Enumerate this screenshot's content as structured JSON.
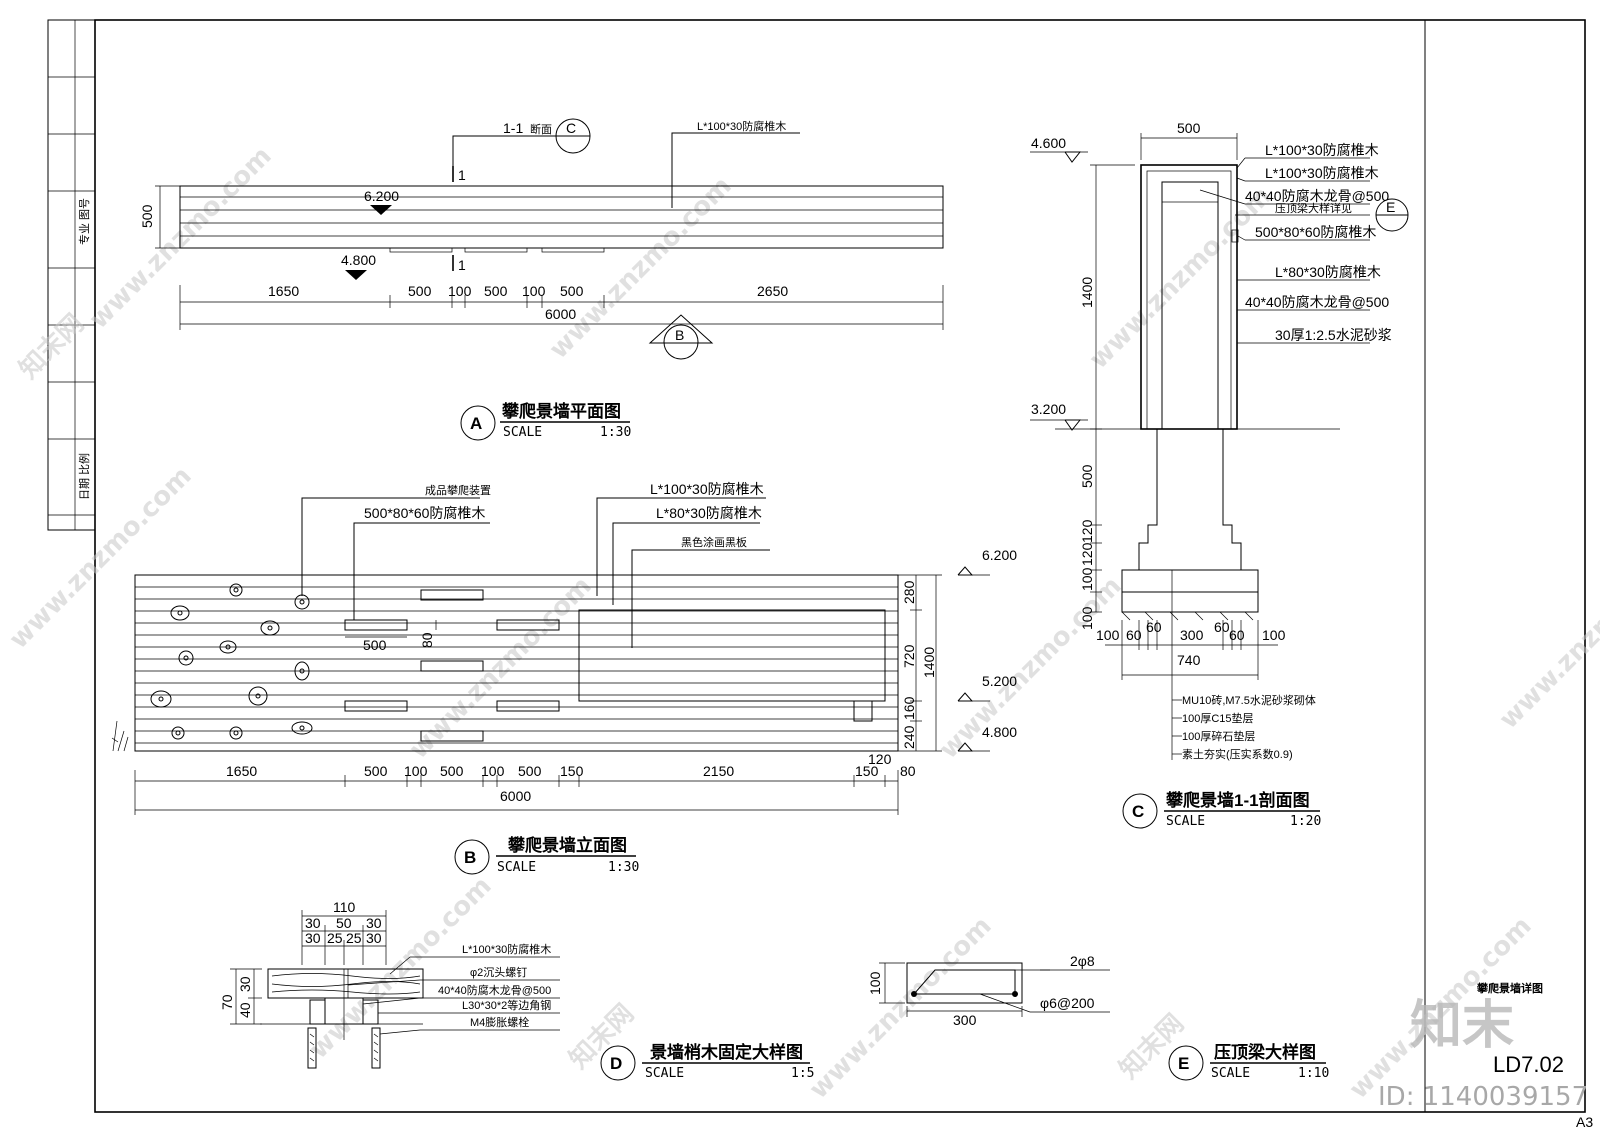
{
  "sheet": {
    "drawing_title": "攀爬景墙详图",
    "drawing_number": "LD7.02",
    "paper_size": "A3",
    "watermark_brand": "知末",
    "watermark_id": "ID: 1140039157",
    "watermark_url": "www.znzmo.com",
    "watermark_cn": "知末网"
  },
  "title_strip": {
    "top_label": "专业 图号",
    "bottom_label": "日期 比例"
  },
  "plan": {
    "title_letter": "A",
    "title": "攀爬景墙平面图",
    "scale_label": "SCALE",
    "scale": "1:30",
    "section_mark": "1-1",
    "section_word": "断面",
    "section_ref": "C",
    "cut_label_top": "1",
    "cut_label_bottom": "1",
    "leader_timber": "L*100*30防腐椎木",
    "level_top": "6.200",
    "level_bottom": "4.800",
    "dim_depth": "500",
    "dims": [
      "1650",
      "500",
      "100",
      "500",
      "100",
      "500",
      "2650"
    ],
    "dim_total": "6000",
    "elev_ref": "B"
  },
  "elevation": {
    "title_letter": "B",
    "title": "攀爬景墙立面图",
    "scale_label": "SCALE",
    "scale": "1:30",
    "leader_holds": "成品攀爬装置",
    "leader_timber_500": "500*80*60防腐椎木",
    "leader_timber_100": "L*100*30防腐椎木",
    "leader_timber_80": "L*80*30防腐椎木",
    "leader_board": "黑色涂画黑板",
    "inner_dim_w": "500",
    "inner_dim_h": "80",
    "levels": [
      "6.200",
      "5.200",
      "4.800"
    ],
    "vert_dims": [
      "280",
      "720",
      "160",
      "240"
    ],
    "vert_total": "1400",
    "dims": [
      "1650",
      "500",
      "100",
      "500",
      "100",
      "500",
      "150",
      "2150",
      "150",
      "80"
    ],
    "dim_120": "120",
    "dim_total": "6000"
  },
  "section": {
    "title_letter": "C",
    "title": "攀爬景墙1-1剖面图",
    "scale_label": "SCALE",
    "scale": "1:20",
    "level_top": "4.600",
    "level_ground": "3.200",
    "dim_top": "500",
    "vert_dims": [
      "1400",
      "500",
      "120",
      "120",
      "100",
      "100"
    ],
    "bottom_dims": [
      "100",
      "60",
      "60",
      "300",
      "60",
      "60",
      "100"
    ],
    "bottom_total": "740",
    "callouts": [
      "L*100*30防腐椎木",
      "L*100*30防腐椎木",
      "40*40防腐木龙骨@500",
      "压顶梁大样详见",
      "500*80*60防腐椎木",
      "L*80*30防腐椎木",
      "40*40防腐木龙骨@500",
      "30厚1:2.5水泥砂浆"
    ],
    "detail_ref": "E",
    "foundation_notes": [
      "MU10砖,M7.5水泥砂浆砌体",
      "100厚C15垫层",
      "100厚碎石垫层",
      "素土夯实(压实系数0.9)"
    ]
  },
  "detail_d": {
    "title_letter": "D",
    "title": "景墙梢木固定大样图",
    "scale_label": "SCALE",
    "scale": "1:5",
    "top_dim": "110",
    "row1_dims": [
      "30",
      "50",
      "30"
    ],
    "row2_dims": [
      "30",
      "25",
      "25",
      "30"
    ],
    "side_dims": [
      "70",
      "30",
      "40"
    ],
    "callouts": [
      "L*100*30防腐椎木",
      "φ2沉头螺钉",
      "40*40防腐木龙骨@500",
      "L30*30*2等边角钢",
      "M4膨胀螺栓"
    ]
  },
  "detail_e": {
    "title_letter": "E",
    "title": "压顶梁大样图",
    "scale_label": "SCALE",
    "scale": "1:10",
    "dim_h": "100",
    "dim_w": "300",
    "rebar_main": "2φ8",
    "rebar_stirrup": "φ6@200"
  }
}
